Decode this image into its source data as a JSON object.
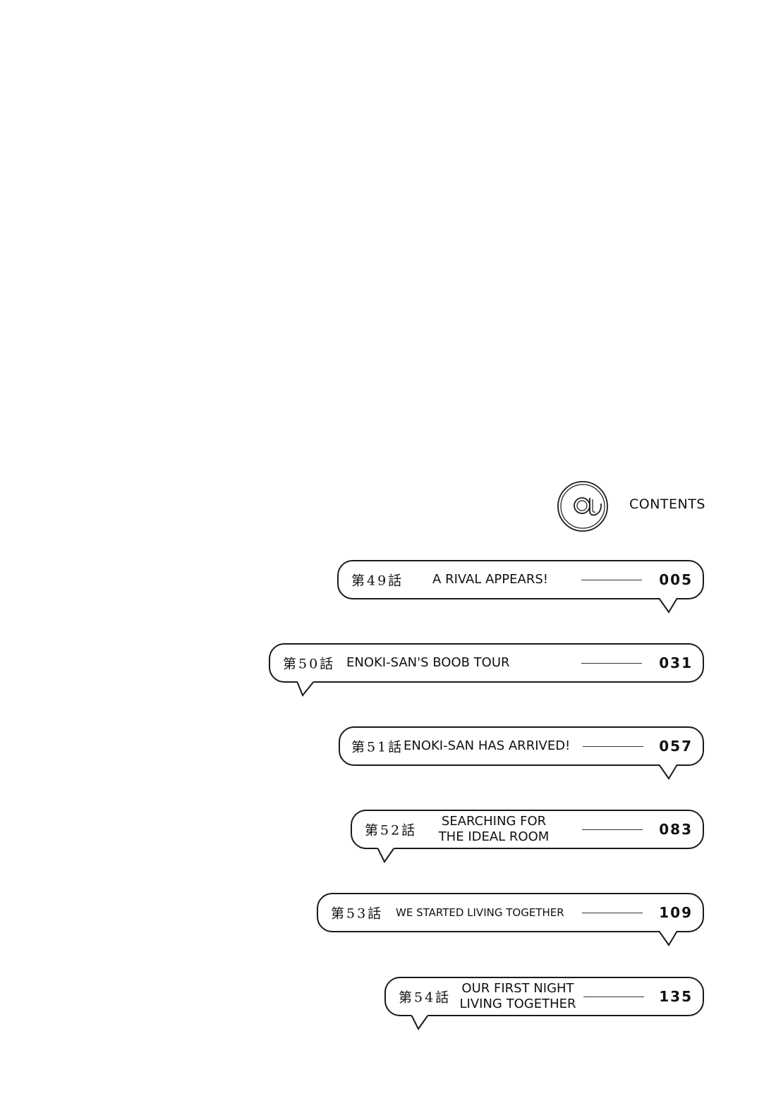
{
  "contents": {
    "title": "CONTENTS",
    "logo_icon": "at-sign-icon"
  },
  "chapters": [
    {
      "label": "第49話",
      "title": "A RIVAL APPEARS!",
      "page": "005"
    },
    {
      "label": "第50話",
      "title": "ENOKI-SAN'S BOOB TOUR",
      "page": "031"
    },
    {
      "label": "第51話",
      "title": "ENOKI-SAN HAS ARRIVED!",
      "page": "057"
    },
    {
      "label": "第52話",
      "title": "SEARCHING FOR\nTHE IDEAL ROOM",
      "page": "083"
    },
    {
      "label": "第53話",
      "title": "WE STARTED LIVING TOGETHER",
      "page": "109"
    },
    {
      "label": "第54話",
      "title": "OUR FIRST NIGHT\nLIVING TOGETHER",
      "page": "135"
    }
  ]
}
